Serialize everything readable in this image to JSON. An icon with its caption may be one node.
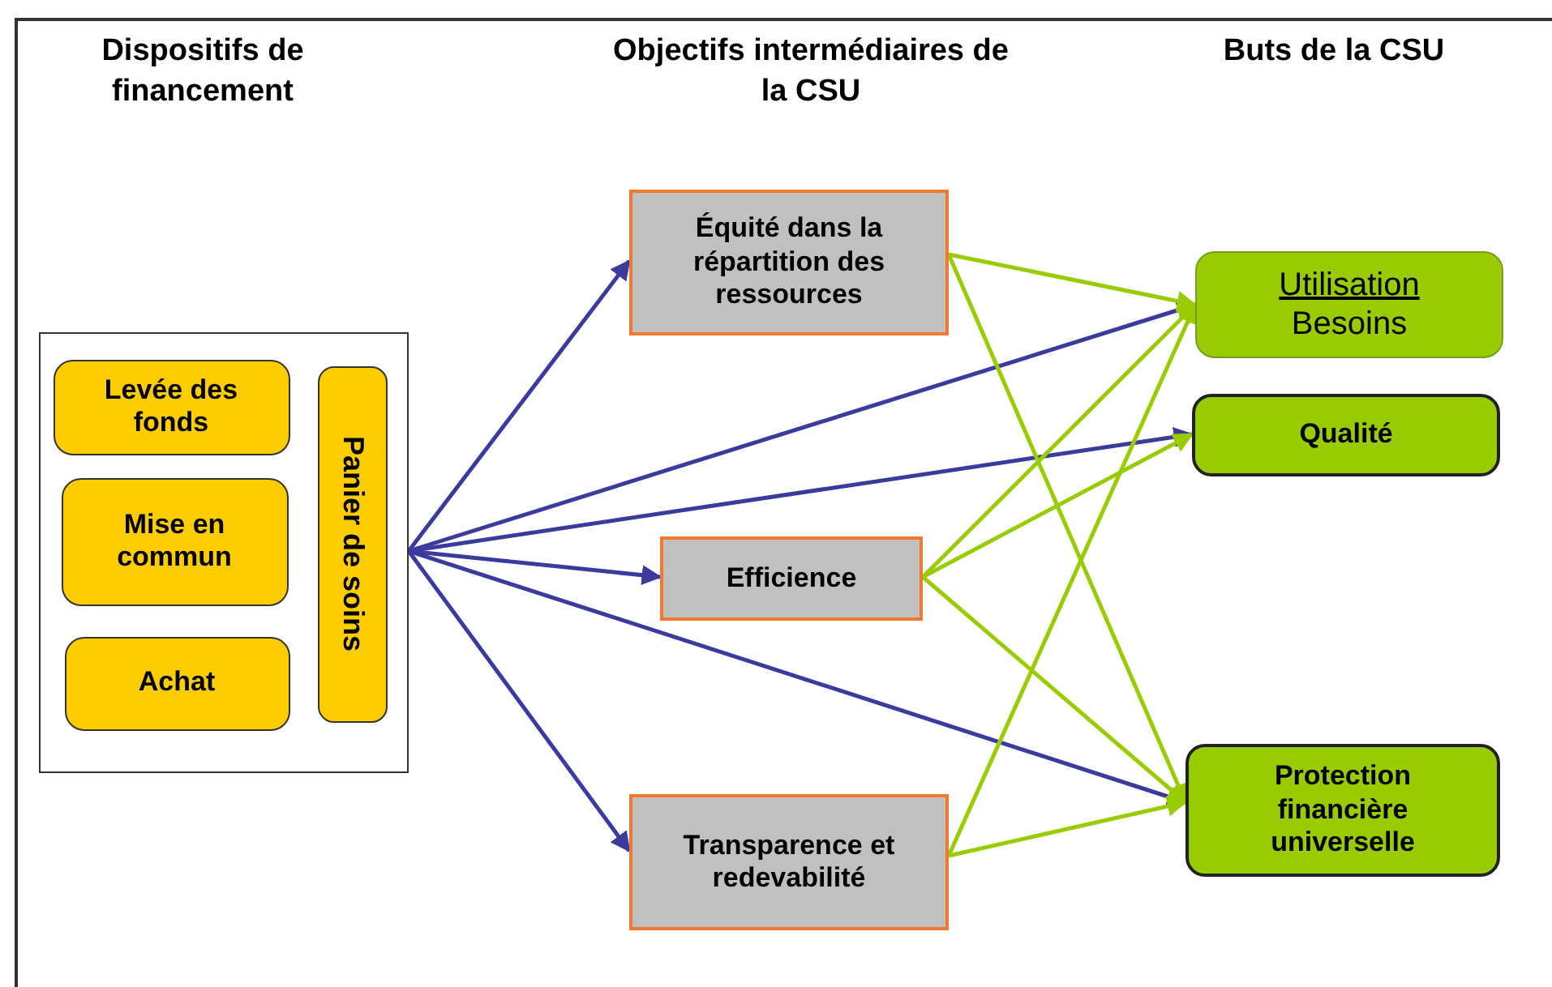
{
  "diagram": {
    "nodes": [
      {
        "text": [],
        "shape": "box"
      },
      {
        "text": [
          "Levée des fonds"
        ],
        "in": 0
      },
      {
        "text": [
          "Mise en commun"
        ],
        "in": 0
      },
      {
        "text": [
          "Achat"
        ],
        "in": 0
      },
      {
        "text": [
          "Panier de soins"
        ],
        "in": 0
      },
      {
        "text": [
          "Équité dans la répartition des ressources"
        ]
      },
      {
        "text": [
          "Efficience"
        ]
      },
      {
        "text": [
          "Transparence et redevabilité"
        ]
      },
      {
        "text": [
          "Utilisation",
          "Besoins"
        ]
      },
      {
        "text": [
          "Qualité"
        ]
      },
      {
        "text": [
          "Protection financière universelle"
        ]
      }
    ],
    "edges": [
      {
        "from": 0,
        "to": 5,
        "arrow": "to",
        "color": "#3b3b9e"
      },
      {
        "from": 0,
        "to": 8,
        "arrow": "to",
        "color": "#3b3b9e"
      },
      {
        "from": 0,
        "to": 9,
        "arrow": "to",
        "color": "#3b3b9e"
      },
      {
        "from": 0,
        "to": 6,
        "arrow": "to",
        "color": "#3b3b9e"
      },
      {
        "from": 0,
        "to": 10,
        "arrow": "to",
        "color": "#3b3b9e"
      },
      {
        "from": 0,
        "to": 7,
        "arrow": "to",
        "color": "#3b3b9e"
      },
      {
        "from": 5,
        "to": 8,
        "arrow": "to"
      },
      {
        "from": 5,
        "to": 10,
        "arrow": "to"
      },
      {
        "from": 6,
        "to": 8,
        "arrow": "to"
      },
      {
        "from": 6,
        "to": 9,
        "arrow": "to"
      },
      {
        "from": 6,
        "to": 10,
        "arrow": "to"
      },
      {
        "from": 7,
        "to": 8,
        "arrow": "to"
      },
      {
        "from": 7,
        "to": 10,
        "arrow": "to"
      }
    ],
    "labels": [
      "Dispositifs de financement",
      "Objectifs intermédiaires de la CSU",
      "Buts de la CSU"
    ]
  }
}
